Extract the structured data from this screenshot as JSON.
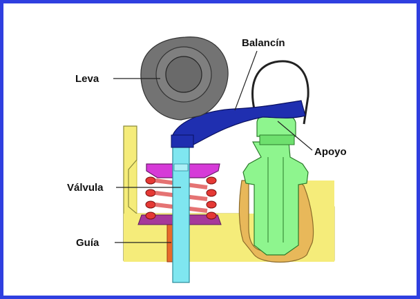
{
  "labels": {
    "cam": "Leva",
    "rocker": "Balancín",
    "valve": "Válvula",
    "pivot": "Apoyo",
    "guide": "Guía"
  },
  "colors": {
    "frame": "#2f3fe0",
    "head": "#f5ec7a",
    "cam": "#737373",
    "rocker": "#1f2fb0",
    "valve": "#7fe6f0",
    "spring": "#e53935",
    "retainer": "#d63ad8",
    "lifter": "#8ef58e",
    "guide": "#e86a2a",
    "oil": "#e8b85a"
  }
}
